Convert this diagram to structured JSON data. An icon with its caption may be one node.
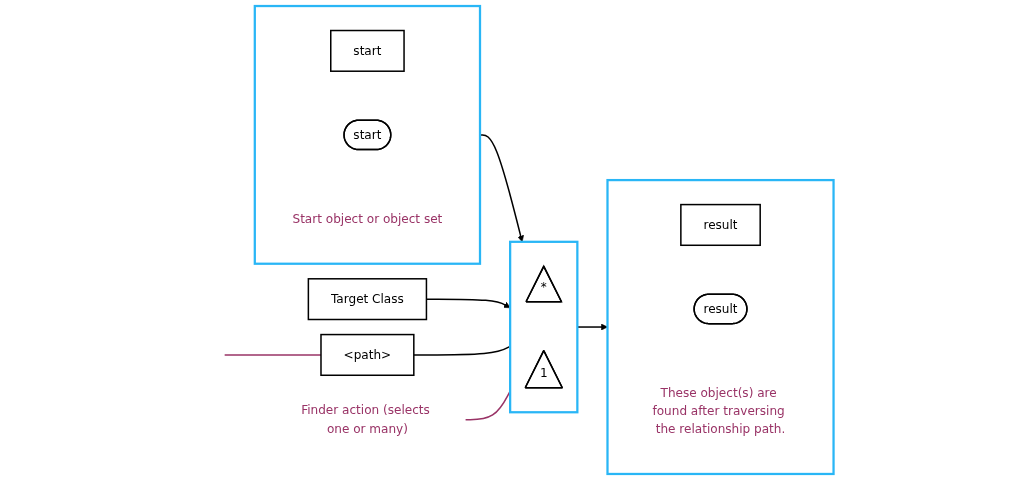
{
  "diagram": {
    "nodes": [
      {
        "text": [],
        "shape": "box",
        "beside": [
          "Start object or object set"
        ]
      },
      {
        "text": [
          "start"
        ],
        "in": 0
      },
      {
        "text": [
          "start"
        ],
        "in": 0
      },
      {
        "text": [],
        "shape": "box"
      },
      {
        "text": [
          "*"
        ],
        "in": 3
      },
      {
        "text": [
          "1"
        ],
        "in": 3
      },
      {
        "text": [],
        "shape": "box",
        "beside": [
          "These object(s) are found after traversing the relationship path."
        ]
      },
      {
        "text": [
          "result"
        ],
        "in": 6
      },
      {
        "text": [
          "result"
        ],
        "in": 6
      },
      {
        "text": [
          "<path>"
        ]
      },
      {
        "text": [
          "Target Class"
        ]
      },
      {
        "text": [
          "Finder action (selects one or many)"
        ]
      }
    ],
    "edges": [
      {
        "from": 0,
        "to": 3,
        "arrow": "to"
      },
      {
        "from": 3,
        "to": 6,
        "arrow": "to"
      },
      {
        "from": 10,
        "to": 3,
        "arrow": "to"
      },
      {
        "from": 9,
        "to": 3,
        "arrow": "none"
      },
      {
        "from": 11,
        "to": 3,
        "arrow": "none",
        "color": "#993366"
      },
      {
        "from": null,
        "to": 9,
        "arrow": "none",
        "color": "#993366"
      }
    ]
  }
}
